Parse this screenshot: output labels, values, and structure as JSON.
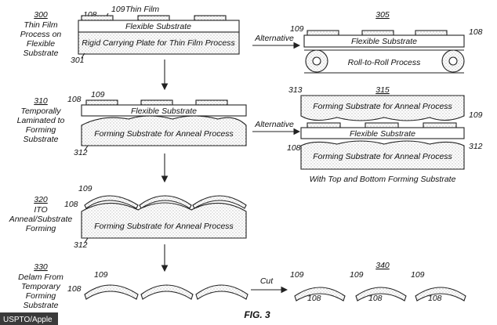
{
  "figure_label": "FIG. 3",
  "credit": "USPTO/Apple",
  "colors": {
    "line": "#222222",
    "background": "#ffffff",
    "credit_bg": "#3a3a3a"
  },
  "step300": {
    "number": "300",
    "desc": [
      "Thin Film",
      "Process on",
      "Flexible",
      "Substrate"
    ],
    "thin_film_label": "Thin Film",
    "ref_thin_film": "109",
    "ref_film_left": "108",
    "flex_label": "Flexible Substrate",
    "plate_label": "Rigid Carrying Plate for Thin Film Process",
    "ref_plate": "301"
  },
  "step305": {
    "number": "305",
    "alt_label": "Alternative",
    "ref_film": "109",
    "ref_substrate": "108",
    "flex_label": "Flexible Substrate",
    "roll_label": "Roll-to-Roll Process"
  },
  "step310": {
    "number": "310",
    "desc": [
      "Temporally",
      "Laminated to",
      "Forming",
      "Substrate"
    ],
    "ref_left": "108",
    "ref_film": "109",
    "flex_label": "Flexible Substrate",
    "forming_label": "Forming Substrate for Anneal Process",
    "ref_forming": "312"
  },
  "step315": {
    "number": "315",
    "alt_label": "Alternative",
    "ref_top": "313",
    "ref_film": "109",
    "ref_left": "108",
    "ref_bottom": "312",
    "top_label": "Forming Substrate for Anneal Process",
    "flex_label": "Flexible Substrate",
    "bottom_label": "Forming Substrate for Anneal Process",
    "caption": "With Top and Bottom Forming Substrate"
  },
  "step320": {
    "number": "320",
    "desc": [
      "ITO",
      "Anneal/Substrate",
      "Forming"
    ],
    "ref_film": "109",
    "ref_left": "108",
    "forming_label": "Forming Substrate for Anneal Process",
    "ref_forming": "312"
  },
  "step330": {
    "number": "330",
    "desc": [
      "Delam From",
      "Temporary",
      "Forming",
      "Substrate"
    ],
    "ref_film": "109",
    "ref_left": "108",
    "cut_label": "Cut"
  },
  "step340": {
    "number": "340",
    "refs": [
      "109",
      "108",
      "109",
      "108",
      "109",
      "108"
    ]
  }
}
